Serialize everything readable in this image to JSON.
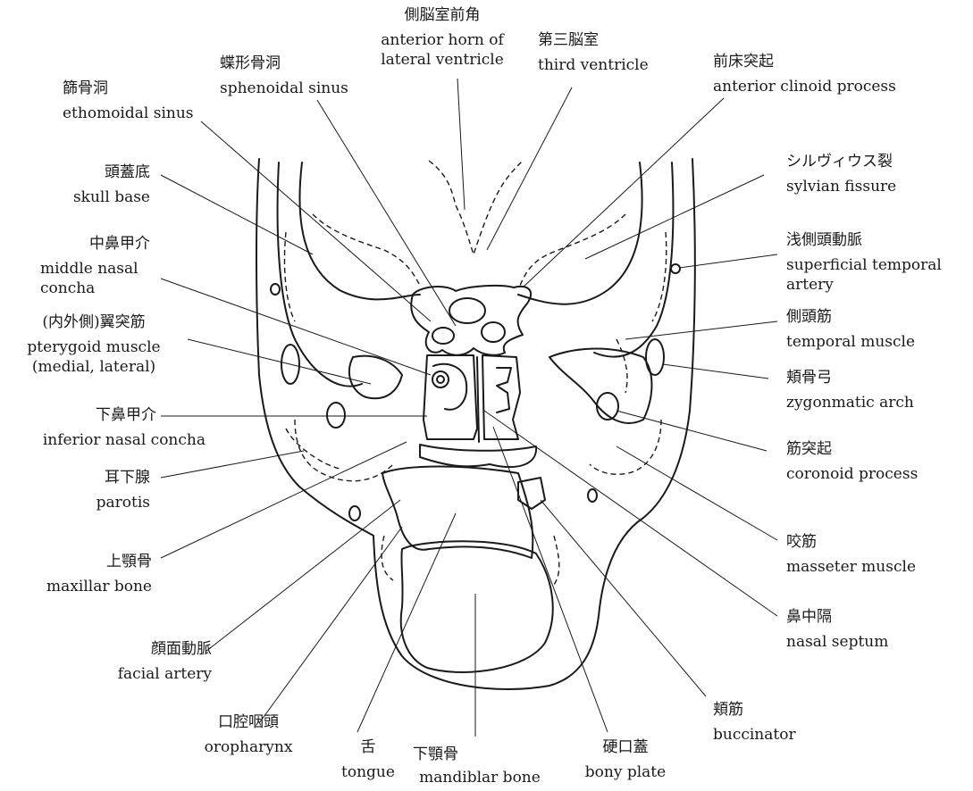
{
  "labels": {
    "anterior_horn": {
      "ja": "側脳室前角",
      "en1": "anterior horn of",
      "en2": "lateral ventricle"
    },
    "third_ventricle": {
      "ja": "第三脳室",
      "en": "third ventricle"
    },
    "sphenoidal_sinus": {
      "ja": "蝶形骨洞",
      "en": "sphenoidal sinus"
    },
    "ethmoidal_sinus": {
      "ja": "篩骨洞",
      "en": "ethomoidal sinus"
    },
    "anterior_clinoid": {
      "ja": "前床突起",
      "en": "anterior clinoid process"
    },
    "sylvian_fissure": {
      "ja": "シルヴィウス裂",
      "en": "sylvian fissure"
    },
    "skull_base": {
      "ja": "頭蓋底",
      "en": "skull base"
    },
    "superficial_temporal": {
      "ja": "浅側頭動脈",
      "en1": "superficial temporal",
      "en2": "artery"
    },
    "middle_nasal_concha": {
      "ja": "中鼻甲介",
      "en1": "middle nasal",
      "en2": "concha"
    },
    "temporal_muscle": {
      "ja": "側頭筋",
      "en": "temporal muscle"
    },
    "pterygoid_muscle": {
      "ja": "(内外側)翼突筋",
      "en1": "pterygoid muscle",
      "en2": "(medial, lateral)"
    },
    "zygomatic_arch": {
      "ja": "頬骨弓",
      "en": "zygonmatic arch"
    },
    "inferior_nasal_concha": {
      "ja": "下鼻甲介",
      "en": "inferior nasal concha"
    },
    "coronoid_process": {
      "ja": "筋突起",
      "en": "coronoid process"
    },
    "parotis": {
      "ja": "耳下腺",
      "en": "parotis"
    },
    "masseter": {
      "ja": "咬筋",
      "en": "masseter muscle"
    },
    "maxillar_bone": {
      "ja": "上顎骨",
      "en": "maxillar bone"
    },
    "nasal_septum": {
      "ja": "鼻中隔",
      "en": "nasal septum"
    },
    "facial_artery": {
      "ja": "顔面動脈",
      "en": "facial artery"
    },
    "buccinator": {
      "ja": "頬筋",
      "en": "buccinator"
    },
    "oropharynx": {
      "ja": "口腔咽頭",
      "en": "oropharynx"
    },
    "tongue": {
      "ja": "舌",
      "en": "tongue"
    },
    "mandible": {
      "ja": "下顎骨",
      "en": "mandiblar bone"
    },
    "bony_plate": {
      "ja": "硬口蓋",
      "en": "bony plate"
    }
  },
  "colors": {
    "line": "#1a1a1a",
    "background": "#ffffff"
  }
}
